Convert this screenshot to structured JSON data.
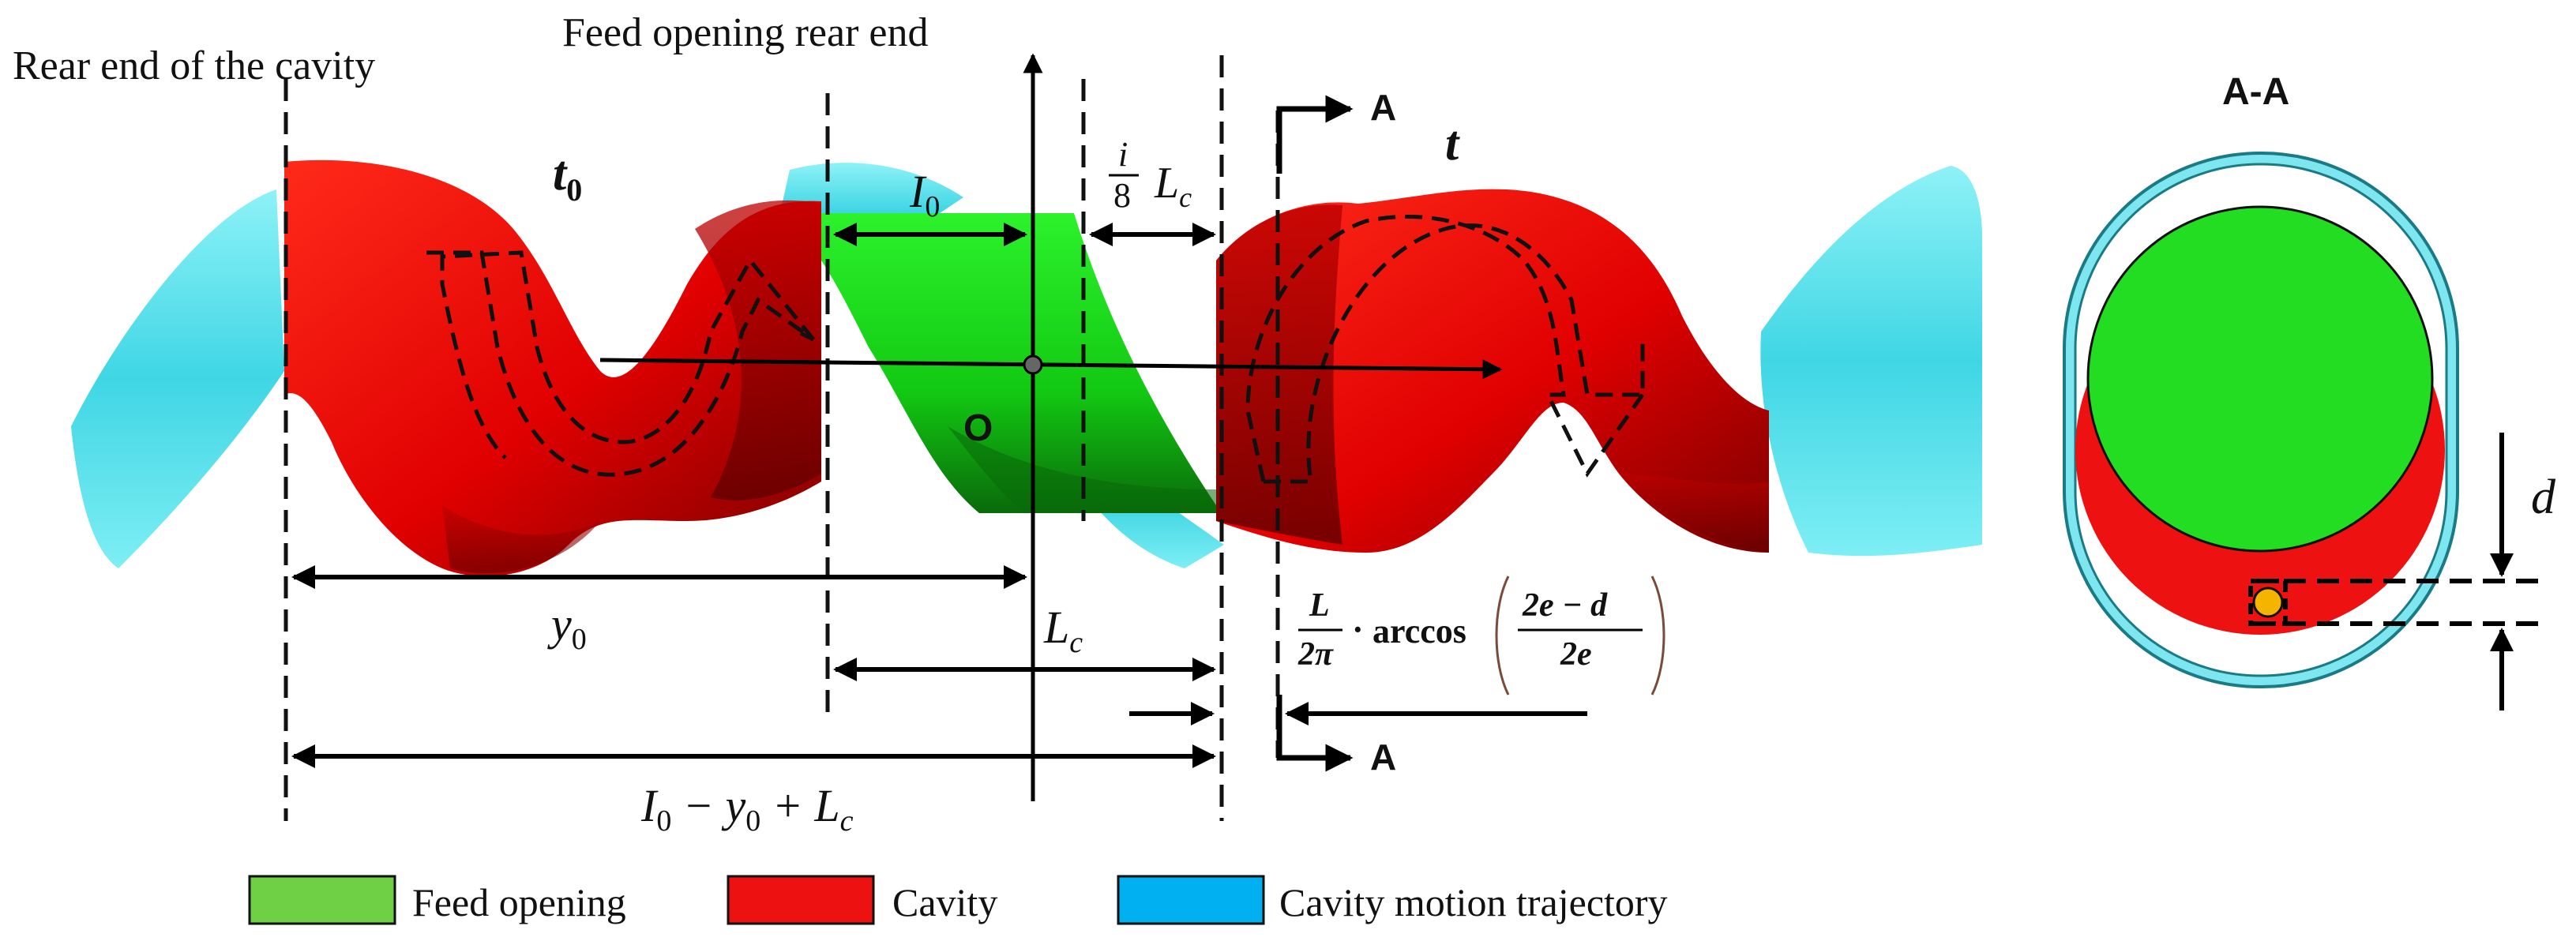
{
  "labels": {
    "rear_cavity": "Rear end of the cavity",
    "feed_rear": "Feed opening rear end",
    "t0": "t",
    "t0_sub": "0",
    "t": "t",
    "origin": "O",
    "section_marker": "A",
    "section_title": "A-A",
    "d": "d",
    "I0": "I",
    "I0_sub": "0",
    "frac_i": "i",
    "frac_8": "8",
    "Lc_L": "L",
    "Lc_sub": "c",
    "y0": "y",
    "y0_sub": "0",
    "Lc2_L": "L",
    "Lc2_sub": "c",
    "total_I": "I",
    "total_I_sub": "0",
    "total_mid": " − y",
    "total_mid_sub": "0",
    "total_plus": " + L",
    "total_plus_sub": "c",
    "arccos_num": "L",
    "arccos_den": "2π",
    "arccos_dot": "·",
    "arccos_fn": "arccos",
    "arccos_inner_num": "2e − d",
    "arccos_inner_den": "2e"
  },
  "legend": [
    {
      "label": "Feed opening",
      "color": "#6fcf45"
    },
    {
      "label": "Cavity",
      "color": "#ee1111"
    },
    {
      "label": "Cavity motion trajectory",
      "color": "#00b0f0"
    }
  ],
  "colors": {
    "trajectory": "#5fe3ee",
    "cavity": "#ee1111",
    "cavity_dark": "#8a0000",
    "feed": "#22dd22",
    "feed_dark": "#0a7a0a",
    "point": "#f5b400"
  }
}
